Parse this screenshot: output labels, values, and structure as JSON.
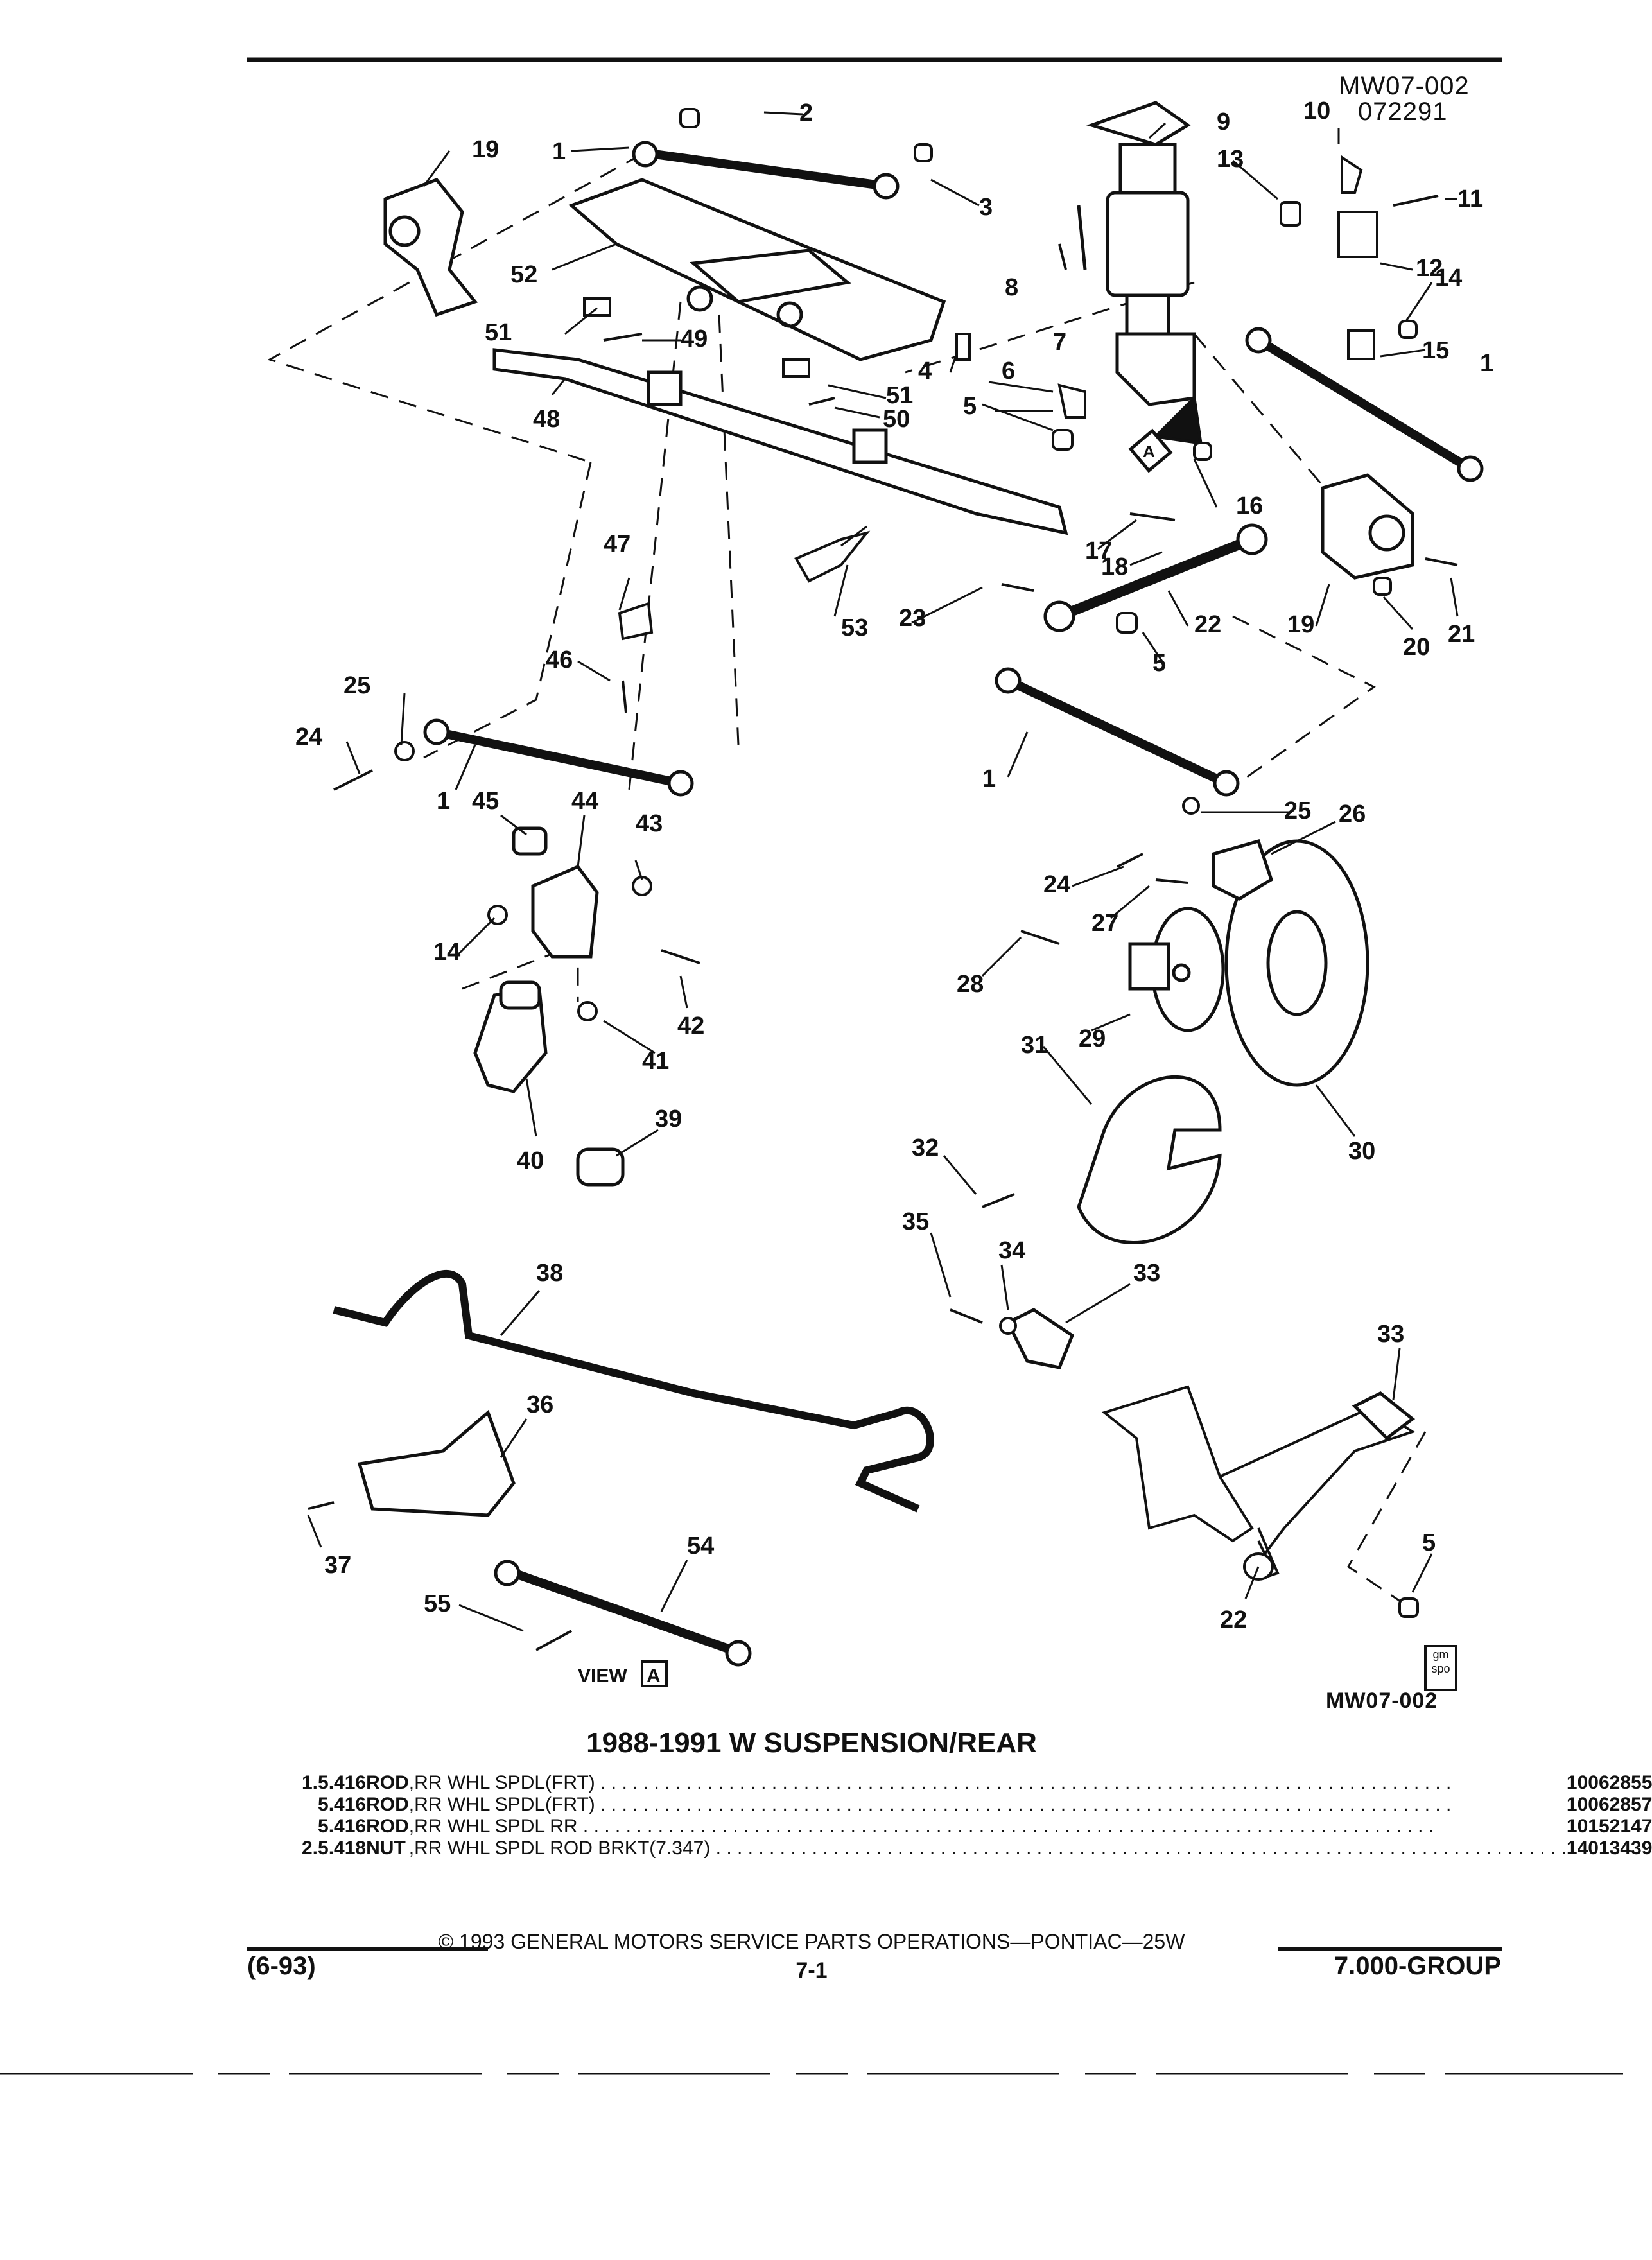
{
  "header": {
    "code": "MW07-002",
    "date_code": "072291"
  },
  "figure": {
    "code_bottom": "MW07-002",
    "view_label": "VIEW",
    "view_letter": "A",
    "callout_letter": "A",
    "callouts": [
      "1",
      "2",
      "3",
      "4",
      "5",
      "6",
      "7",
      "8",
      "9",
      "10",
      "11",
      "12",
      "13",
      "14",
      "15",
      "16",
      "17",
      "18",
      "19",
      "20",
      "21",
      "22",
      "23",
      "24",
      "25",
      "26",
      "27",
      "28",
      "29",
      "30",
      "31",
      "32",
      "33",
      "34",
      "35",
      "36",
      "37",
      "38",
      "39",
      "40",
      "41",
      "42",
      "43",
      "44",
      "45",
      "46",
      "47",
      "48",
      "49",
      "50",
      "51",
      "52",
      "53",
      "54",
      "55"
    ]
  },
  "section_title": "1988-1991 W SUSPENSION/REAR",
  "parts_list": [
    {
      "item": "1.",
      "code": "5.416",
      "name": "ROD",
      "description": ",RR WHL SPDL(FRT)",
      "part_no": "10062855"
    },
    {
      "item": "",
      "code": "5.416",
      "name": "ROD",
      "description": ",RR WHL SPDL(FRT)",
      "part_no": "10062857"
    },
    {
      "item": "",
      "code": "5.416",
      "name": "ROD",
      "description": ",RR WHL SPDL RR",
      "part_no": "10152147"
    },
    {
      "item": "2.",
      "code": "5.418",
      "name": "NUT",
      "description": ",RR WHL SPDL ROD BRKT(7.347)",
      "part_no": "14013439"
    }
  ],
  "footer": {
    "copyright": "© 1993 GENERAL MOTORS SERVICE PARTS OPERATIONS—PONTIAC—25W",
    "date": "(6-93)",
    "page": "7-1",
    "group": "7.000-GROUP"
  },
  "logo": {
    "line1": "gm",
    "line2": "spo"
  }
}
